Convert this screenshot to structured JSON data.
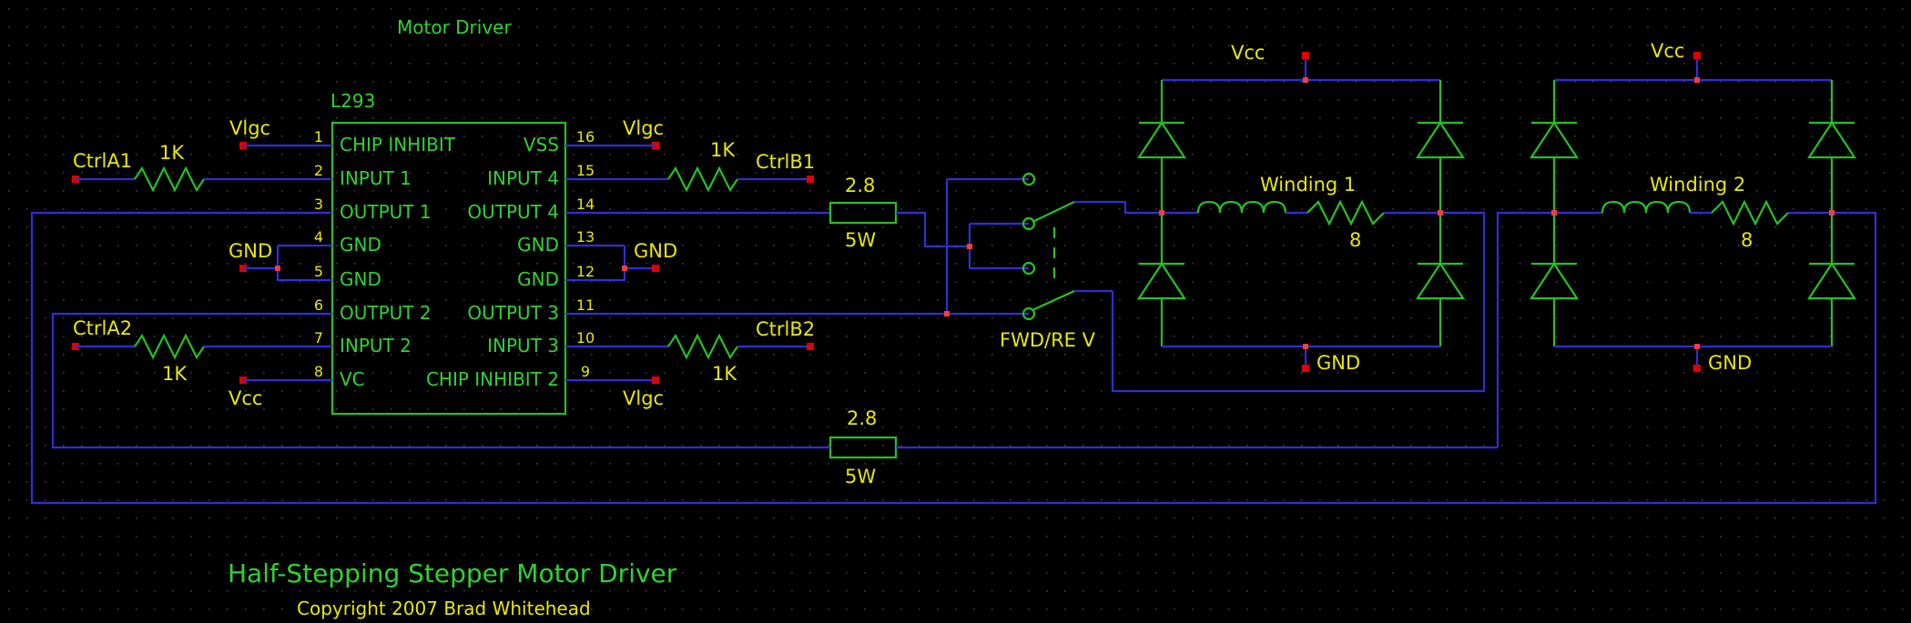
{
  "header": {
    "label": "Motor Driver"
  },
  "ic": {
    "name": "L293",
    "left_pins": [
      {
        "num": "1",
        "label": "CHIP INHIBIT"
      },
      {
        "num": "2",
        "label": "INPUT 1"
      },
      {
        "num": "3",
        "label": "OUTPUT 1"
      },
      {
        "num": "4",
        "label": "GND"
      },
      {
        "num": "5",
        "label": "GND"
      },
      {
        "num": "6",
        "label": "OUTPUT 2"
      },
      {
        "num": "7",
        "label": "INPUT 2"
      },
      {
        "num": "8",
        "label": "VC"
      }
    ],
    "right_pins": [
      {
        "num": "16",
        "label": "VSS"
      },
      {
        "num": "15",
        "label": "INPUT 4"
      },
      {
        "num": "14",
        "label": "OUTPUT 4"
      },
      {
        "num": "13",
        "label": "GND"
      },
      {
        "num": "12",
        "label": "GND"
      },
      {
        "num": "11",
        "label": "OUTPUT 3"
      },
      {
        "num": "10",
        "label": "INPUT 3"
      },
      {
        "num": "9",
        "label": "CHIP INHIBIT 2"
      }
    ]
  },
  "nets": {
    "ctrl_a1": "CtrlA1",
    "ctrl_a2": "CtrlA2",
    "ctrl_b1": "CtrlB1",
    "ctrl_b2": "CtrlB2",
    "vlgc": "Vlgc",
    "vcc": "Vcc",
    "gnd": "GND"
  },
  "components": {
    "r_ctrl_a1": "1K",
    "r_ctrl_a2": "1K",
    "r_ctrl_b1": "1K",
    "r_ctrl_b2": "1K",
    "r_sense_1_value": "2.8",
    "r_sense_1_power": "5W",
    "r_sense_2_value": "2.8",
    "r_sense_2_power": "5W",
    "switch_label": "FWD/RE V",
    "winding_1_label": "Winding 1",
    "winding_1_r": "8",
    "winding_2_label": "Winding 2",
    "winding_2_r": "8"
  },
  "footer": {
    "title": "Half-Stepping Stepper Motor Driver",
    "copyright": "Copyright 2007 Brad Whitehead"
  },
  "colors": {
    "background": "#000000",
    "wire": "#2f2fd6",
    "component": "#22c322",
    "text_yellow": "#e8e800",
    "text_green": "#2ed42e",
    "node": "#e00000"
  }
}
